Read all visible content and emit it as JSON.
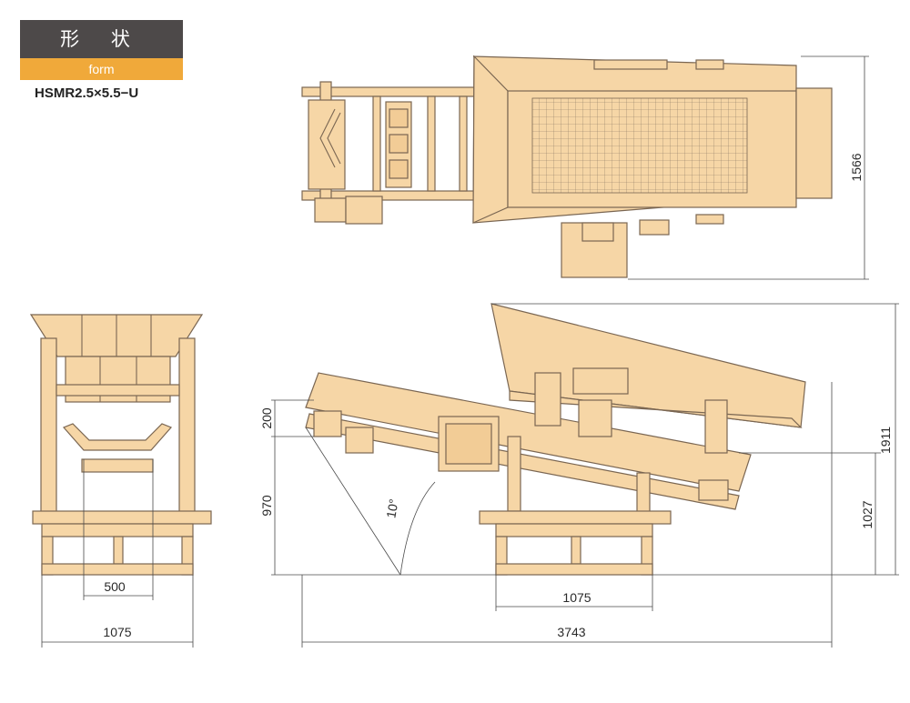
{
  "header": {
    "title": "形 状",
    "subtitle": "form",
    "model": "HSMR2.5×5.5−U"
  },
  "dimensions": {
    "top_height": "1566",
    "side_200": "200",
    "side_970": "970",
    "side_angle": "10°",
    "side_1027": "1027",
    "side_1911": "1911",
    "side_base": "1075",
    "side_total": "3743",
    "front_500": "500",
    "front_width": "1075"
  },
  "colors": {
    "body": "#f6d6a6",
    "outline": "#7a6652",
    "header_dark": "#4d4949",
    "header_accent": "#f0a93a"
  }
}
